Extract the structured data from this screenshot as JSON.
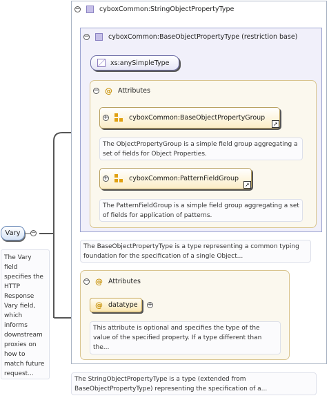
{
  "root_element": {
    "name": "Vary",
    "doc": "The Vary field specifies the HTTP Response Vary field, which informs downstream proxies on how to match future request..."
  },
  "string_type": {
    "title": "cyboxCommon:StringObjectPropertyType",
    "doc": "The StringObjectPropertyType is a type (extended from BaseObjectPropertyType) representing the specification of a..."
  },
  "base_type": {
    "title": "cyboxCommon:BaseObjectPropertyType (restriction base)",
    "simple_type": "xs:anySimpleType",
    "doc": "The BaseObjectPropertyType is a type representing a common typing foundation for the specification of a single Object..."
  },
  "base_attributes": {
    "title": "Attributes",
    "groups": [
      {
        "name": "cyboxCommon:BaseObjectPropertyGroup",
        "doc": "The ObjectPropertyGroup is a simple field group aggregating a set of fields for Object Properties."
      },
      {
        "name": "cyboxCommon:PatternFieldGroup",
        "doc": "The PatternFieldGroup is a simple field group aggregating a set of fields for application of patterns."
      }
    ]
  },
  "string_attributes": {
    "title": "Attributes",
    "attribute": {
      "name": "datatype",
      "doc": "This attribute is optional and specifies the type of the value of the specified property. If a type different than the..."
    }
  },
  "icons": {
    "collapse": "minus-circle-icon",
    "expand": "plus-circle-icon",
    "complex_type": "complex-type-icon",
    "simple_type": "simple-type-icon",
    "attribute": "at-sign-icon",
    "attribute_group": "attribute-group-icon",
    "reference": "reference-arrow-icon"
  },
  "colors": {
    "frame_border": "#aab4c4",
    "base_frame_bg": "#f1f0fa",
    "attributes_bg": "#fbf8ee",
    "attribute_accent": "#e0a010",
    "connector": "#444444"
  }
}
